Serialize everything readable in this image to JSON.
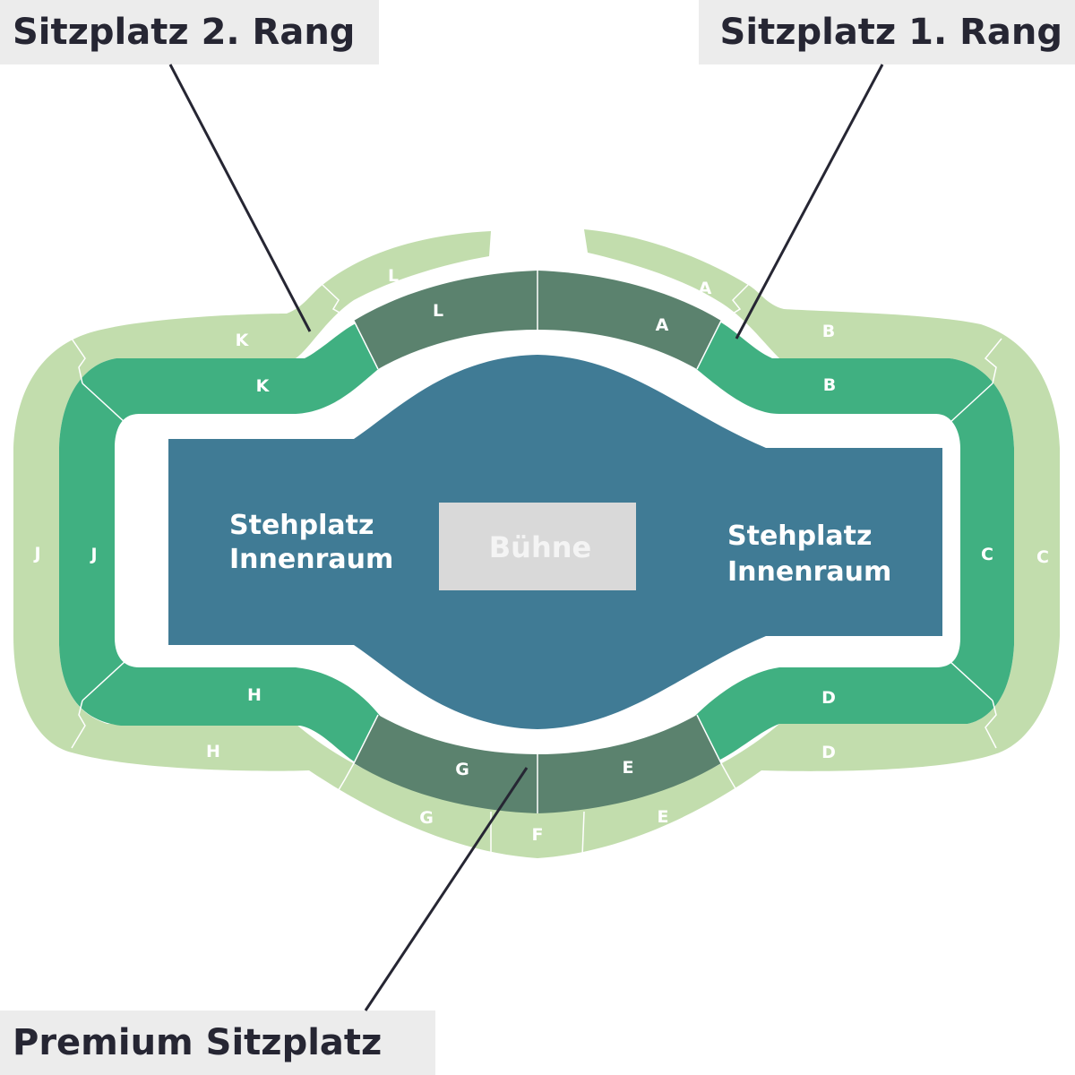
{
  "callouts": {
    "rang2": "Sitzplatz 2. Rang",
    "rang1": "Sitzplatz 1. Rang",
    "premium": "Premium Sitzplatz"
  },
  "stage": "Bühne",
  "floor": {
    "left": [
      "Stehplatz",
      "Innenraum"
    ],
    "right": [
      "Stehplatz",
      "Innenraum"
    ]
  },
  "sections": {
    "outer": {
      "L": "L",
      "A": "A",
      "K": "K",
      "B": "B",
      "J": "J",
      "C": "C",
      "H": "H",
      "D": "D",
      "G": "G",
      "F": "F",
      "E": "E"
    },
    "inner": {
      "K": "K",
      "B": "B",
      "J": "J",
      "C": "C",
      "H": "H",
      "D": "D"
    },
    "premium": {
      "L": "L",
      "A": "A",
      "G": "G",
      "E": "E"
    }
  },
  "colors": {
    "rang2": "#c2ddad",
    "rang1": "#40b081",
    "premium": "#5b826e",
    "standing": "#407b95",
    "stage": "#d9d9d9"
  }
}
